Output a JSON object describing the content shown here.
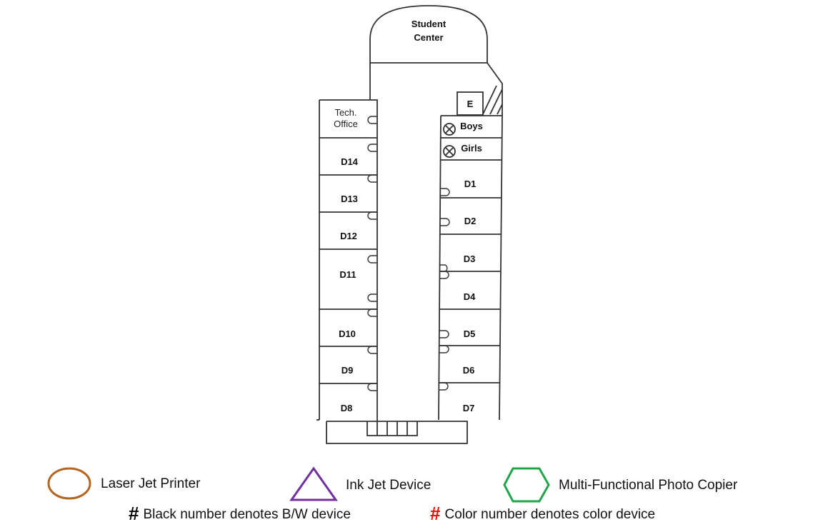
{
  "floor_plan": {
    "student_center": [
      "Student",
      "Center"
    ],
    "tech_office": [
      "Tech.",
      "Office"
    ],
    "elevator": "E",
    "restrooms": [
      "Boys",
      "Girls"
    ],
    "left_rooms": [
      "D14",
      "D13",
      "D12",
      "D11",
      "D10",
      "D9",
      "D8"
    ],
    "right_rooms": [
      "D1",
      "D2",
      "D3",
      "D4",
      "D5",
      "D6",
      "D7"
    ]
  },
  "legend": {
    "items": [
      {
        "icon": "circle-icon",
        "label": "Laser Jet Printer",
        "color": "#B5651D"
      },
      {
        "icon": "triangle-icon",
        "label": "Ink Jet Device",
        "color": "#7030A0"
      },
      {
        "icon": "hexagon-icon",
        "label": "Multi-Functional Photo Copier",
        "color": "#1FA64A"
      }
    ],
    "notes": [
      {
        "symbol": "#",
        "label": "Black number denotes B/W device",
        "color": "#000000"
      },
      {
        "symbol": "#",
        "label": "Color number denotes color device",
        "color": "#FF0000"
      }
    ]
  }
}
